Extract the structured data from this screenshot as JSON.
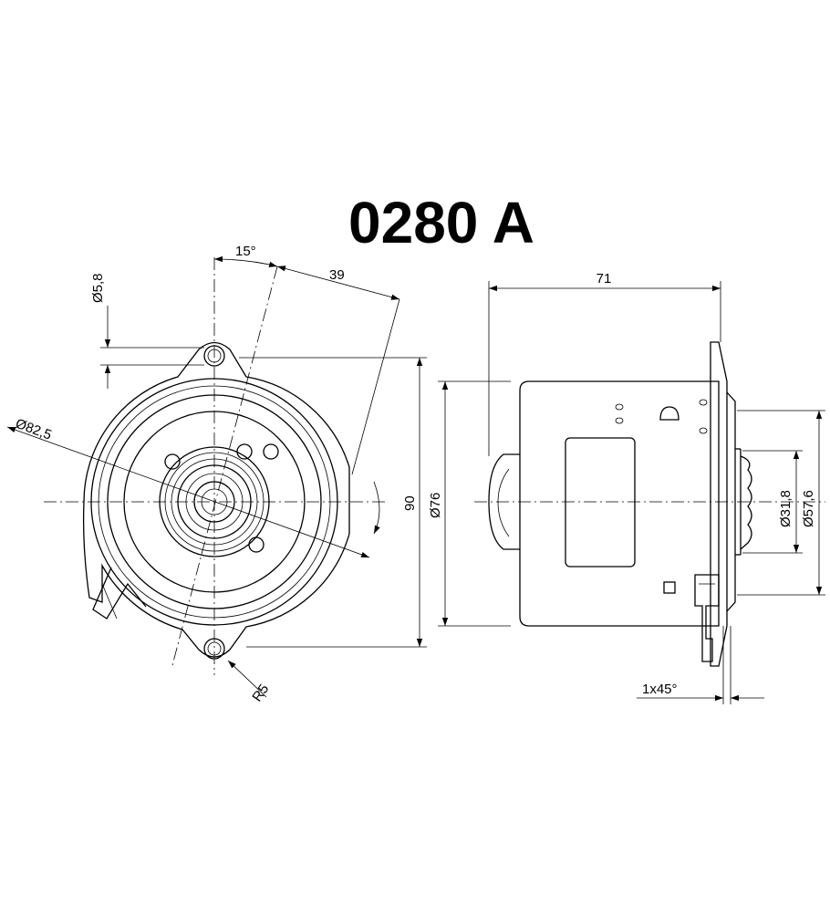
{
  "title": "0280 A",
  "front_view": {
    "dim_angle": "15°",
    "dim_hole_offset": "39",
    "dim_hole_dia": "Ø5,8",
    "dim_outer_dia": "Ø82,5",
    "dim_height": "90",
    "dim_flange_dia": "Ø76",
    "dim_radius": "R5"
  },
  "side_view": {
    "dim_length": "71",
    "dim_shaft_dia": "Ø31,8",
    "dim_hub_dia": "Ø57,6",
    "dim_chamfer": "1x45°"
  }
}
